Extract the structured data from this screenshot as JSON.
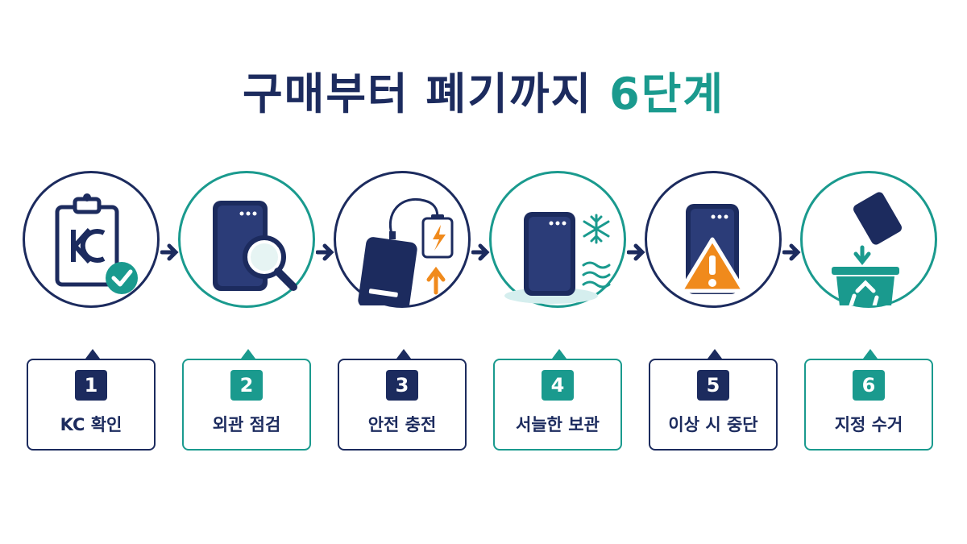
{
  "title": {
    "main": "구매부터 폐기까지",
    "accent": "6단계"
  },
  "steps": [
    {
      "number": "1",
      "label": "KC 확인",
      "icon": "kc-certificate-clipboard-icon"
    },
    {
      "number": "2",
      "label": "외관 점검",
      "icon": "magnifier-inspection-icon"
    },
    {
      "number": "3",
      "label": "안전 충전",
      "icon": "charging-power-bank-icon"
    },
    {
      "number": "4",
      "label": "서늘한 보관",
      "icon": "cool-storage-icon"
    },
    {
      "number": "5",
      "label": "이상 시 중단",
      "icon": "warning-stop-icon"
    },
    {
      "number": "6",
      "label": "지정 수거",
      "icon": "recycle-bin-icon"
    }
  ],
  "colors": {
    "navy": "#1c2b5e",
    "teal": "#1a9a8e",
    "orange": "#f08a1c"
  }
}
